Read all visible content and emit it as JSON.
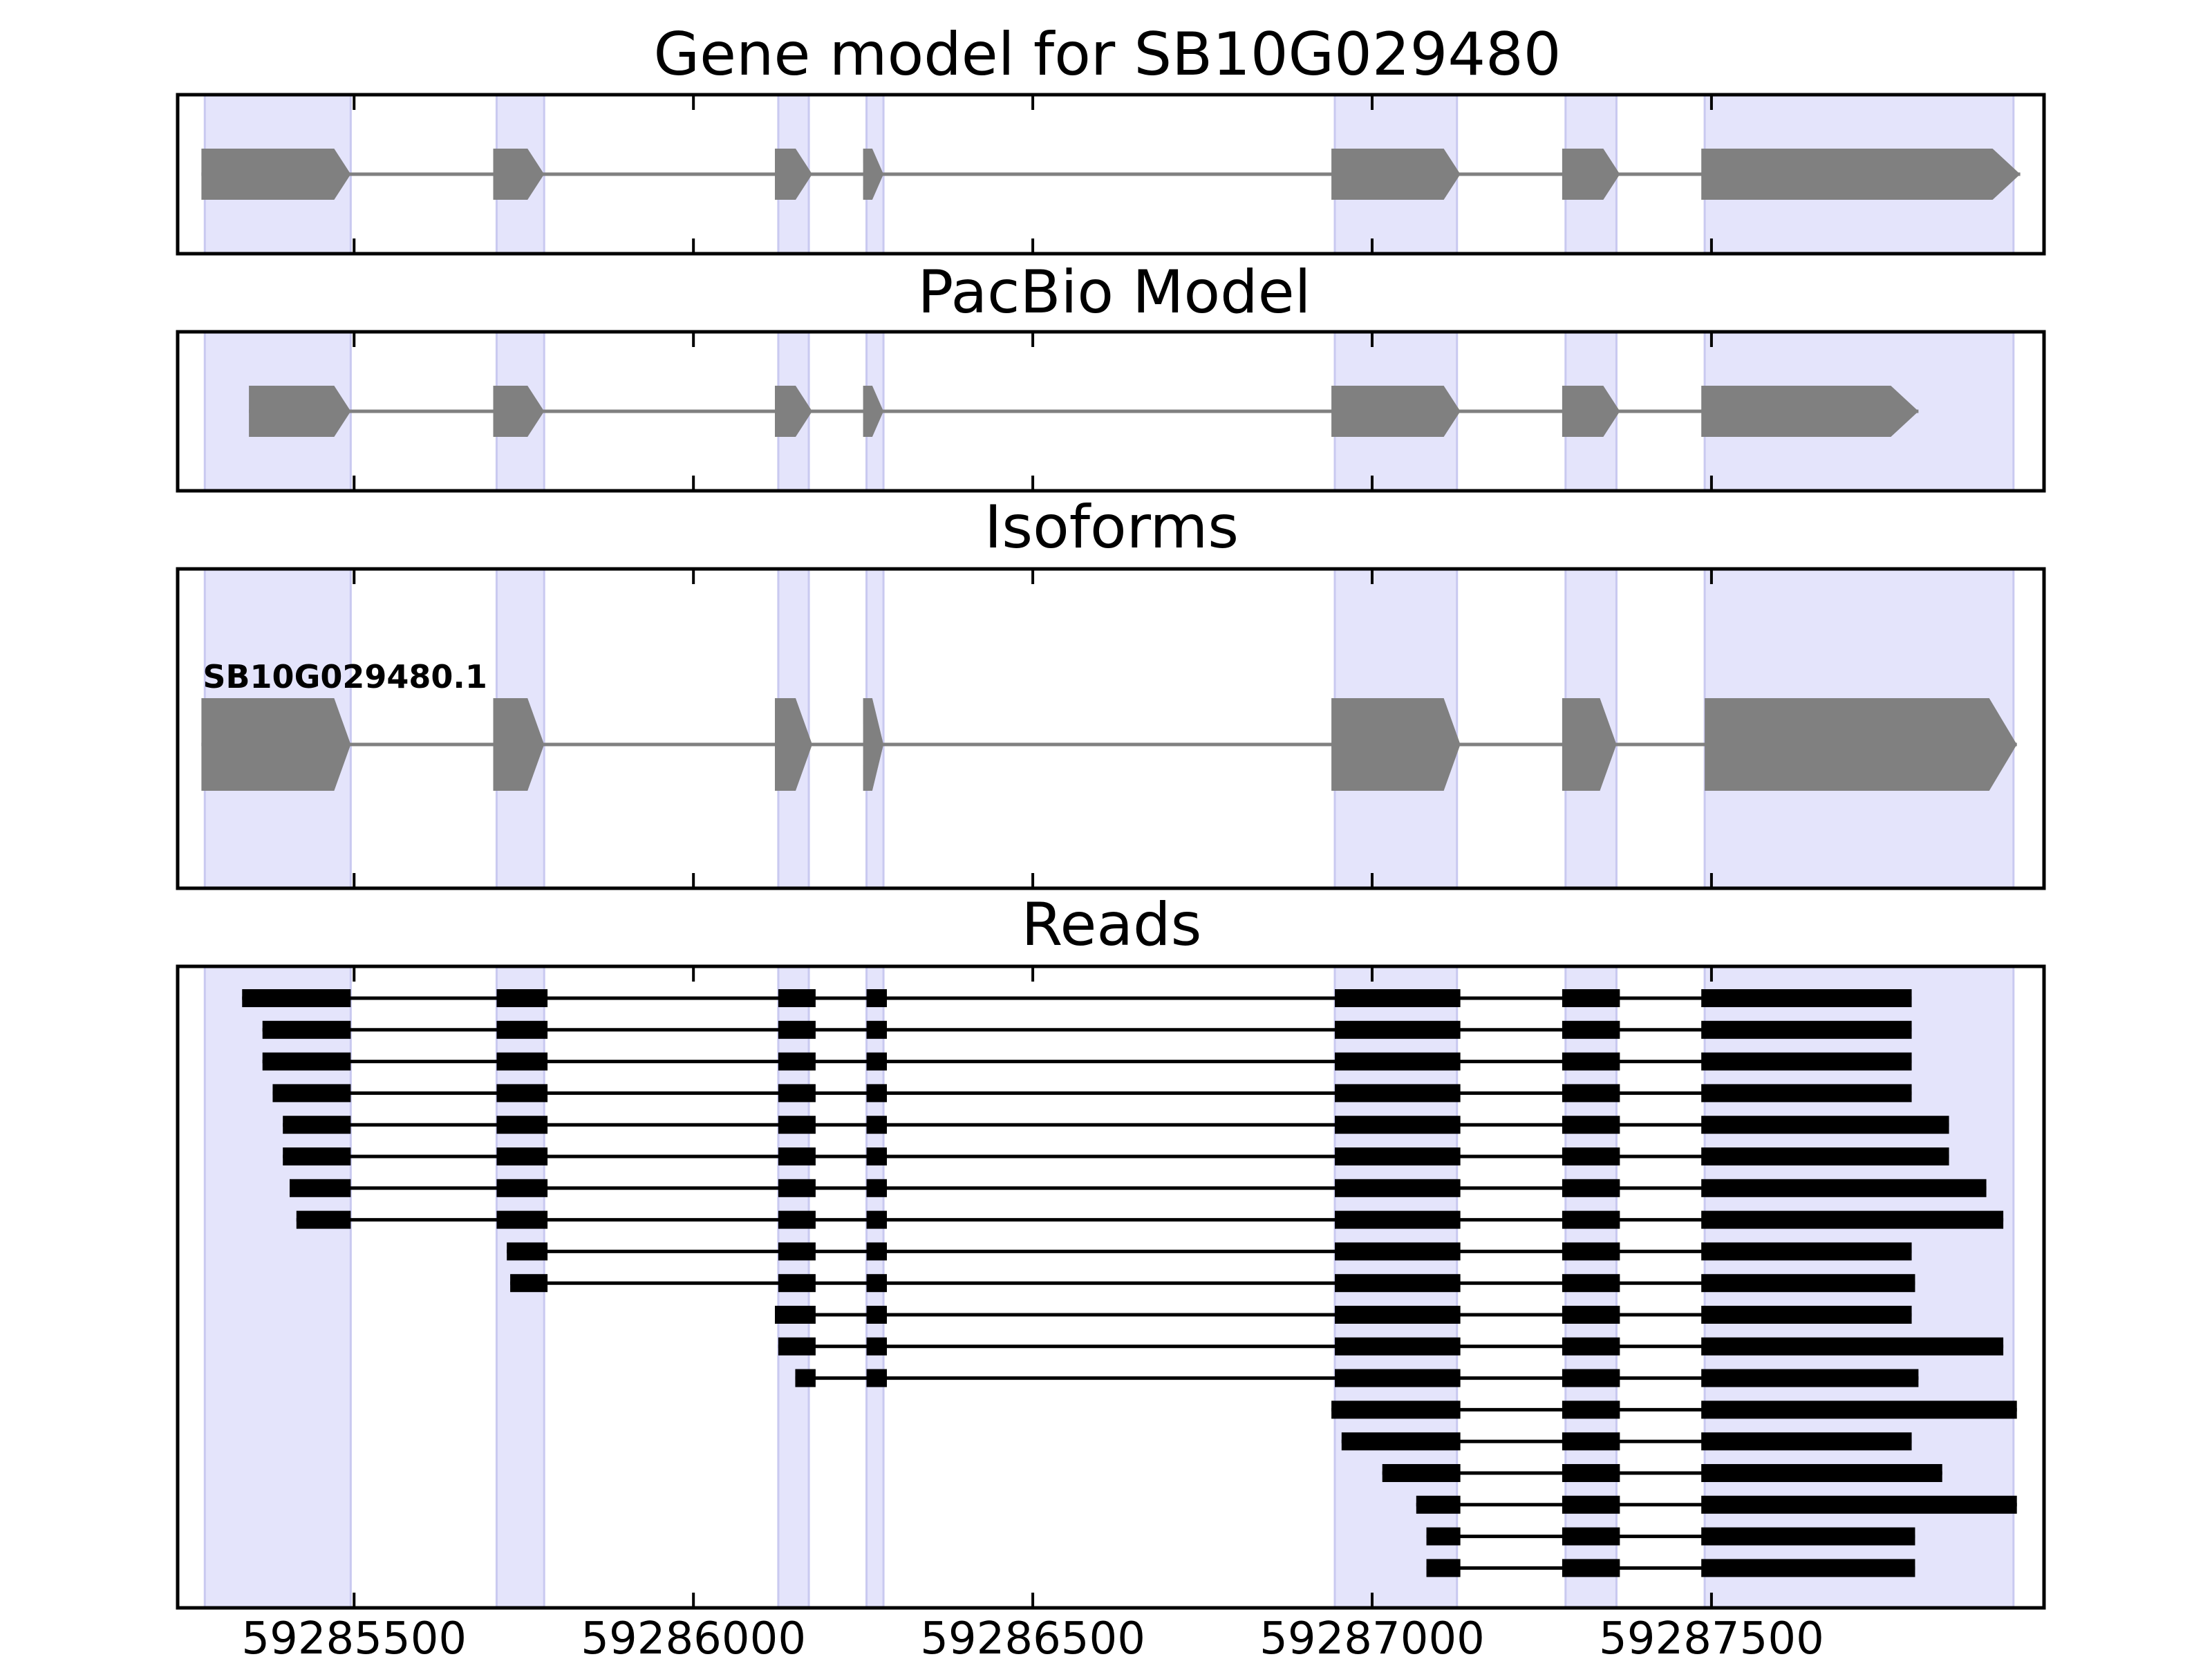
{
  "chart_data": {
    "type": "gene-model",
    "x_ticks": [
      59285500,
      59286000,
      59286500,
      59287000,
      59287500
    ],
    "x_tick_labels": [
      "59285500",
      "59286000",
      "59286500",
      "59287000",
      "59287500"
    ],
    "xlim": [
      59285240,
      59287990
    ],
    "exon_highlight_regions": [
      [
        59285280,
        59285495
      ],
      [
        59285710,
        59285780
      ],
      [
        59286125,
        59286170
      ],
      [
        59286255,
        59286280
      ],
      [
        59286945,
        59287125
      ],
      [
        59287285,
        59287360
      ],
      [
        59287490,
        59287945
      ]
    ],
    "panels": [
      {
        "title": "Gene model for SB10G029480",
        "exons": [
          [
            59285275,
            59285495
          ],
          [
            59285705,
            59285780
          ],
          [
            59286120,
            59286175
          ],
          [
            59286250,
            59286280
          ],
          [
            59286940,
            59287130
          ],
          [
            59287280,
            59287365
          ],
          [
            59287485,
            59287955
          ]
        ]
      },
      {
        "title": "PacBio Model",
        "exons": [
          [
            59285345,
            59285495
          ],
          [
            59285705,
            59285780
          ],
          [
            59286120,
            59286175
          ],
          [
            59286250,
            59286280
          ],
          [
            59286940,
            59287130
          ],
          [
            59287280,
            59287365
          ],
          [
            59287485,
            59287805
          ]
        ]
      },
      {
        "title": "Isoforms",
        "isoforms": [
          {
            "label": "SB10G029480.1",
            "exons": [
              [
                59285275,
                59285495
              ],
              [
                59285705,
                59285780
              ],
              [
                59286120,
                59286175
              ],
              [
                59286250,
                59286280
              ],
              [
                59286940,
                59287130
              ],
              [
                59287280,
                59287360
              ],
              [
                59287490,
                59287950
              ]
            ]
          }
        ]
      },
      {
        "title": "Reads",
        "reads": [
          [
            [
              59285335,
              59285495
            ],
            [
              59285710,
              59285785
            ],
            [
              59286125,
              59286180
            ],
            [
              59286255,
              59286285
            ],
            [
              59286945,
              59287130
            ],
            [
              59287280,
              59287365
            ],
            [
              59287485,
              59287795
            ]
          ],
          [
            [
              59285365,
              59285495
            ],
            [
              59285710,
              59285785
            ],
            [
              59286125,
              59286180
            ],
            [
              59286255,
              59286285
            ],
            [
              59286945,
              59287130
            ],
            [
              59287280,
              59287365
            ],
            [
              59287485,
              59287795
            ]
          ],
          [
            [
              59285365,
              59285495
            ],
            [
              59285710,
              59285785
            ],
            [
              59286125,
              59286180
            ],
            [
              59286255,
              59286285
            ],
            [
              59286945,
              59287130
            ],
            [
              59287280,
              59287365
            ],
            [
              59287485,
              59287795
            ]
          ],
          [
            [
              59285380,
              59285495
            ],
            [
              59285710,
              59285785
            ],
            [
              59286125,
              59286180
            ],
            [
              59286255,
              59286285
            ],
            [
              59286945,
              59287130
            ],
            [
              59287280,
              59287365
            ],
            [
              59287485,
              59287795
            ]
          ],
          [
            [
              59285395,
              59285495
            ],
            [
              59285710,
              59285785
            ],
            [
              59286125,
              59286180
            ],
            [
              59286255,
              59286285
            ],
            [
              59286945,
              59287130
            ],
            [
              59287280,
              59287365
            ],
            [
              59287485,
              59287850
            ]
          ],
          [
            [
              59285395,
              59285495
            ],
            [
              59285710,
              59285785
            ],
            [
              59286125,
              59286180
            ],
            [
              59286255,
              59286285
            ],
            [
              59286945,
              59287130
            ],
            [
              59287280,
              59287365
            ],
            [
              59287485,
              59287850
            ]
          ],
          [
            [
              59285405,
              59285495
            ],
            [
              59285710,
              59285785
            ],
            [
              59286125,
              59286180
            ],
            [
              59286255,
              59286285
            ],
            [
              59286945,
              59287130
            ],
            [
              59287280,
              59287365
            ],
            [
              59287485,
              59287905
            ]
          ],
          [
            [
              59285415,
              59285495
            ],
            [
              59285710,
              59285785
            ],
            [
              59286125,
              59286180
            ],
            [
              59286255,
              59286285
            ],
            [
              59286945,
              59287130
            ],
            [
              59287280,
              59287365
            ],
            [
              59287485,
              59287930
            ]
          ],
          [
            [
              59285725,
              59285785
            ],
            [
              59286125,
              59286180
            ],
            [
              59286255,
              59286285
            ],
            [
              59286945,
              59287130
            ],
            [
              59287280,
              59287365
            ],
            [
              59287485,
              59287795
            ]
          ],
          [
            [
              59285730,
              59285785
            ],
            [
              59286125,
              59286180
            ],
            [
              59286255,
              59286285
            ],
            [
              59286945,
              59287130
            ],
            [
              59287280,
              59287365
            ],
            [
              59287485,
              59287800
            ]
          ],
          [
            [
              59286120,
              59286180
            ],
            [
              59286255,
              59286285
            ],
            [
              59286945,
              59287130
            ],
            [
              59287280,
              59287365
            ],
            [
              59287485,
              59287795
            ]
          ],
          [
            [
              59286125,
              59286180
            ],
            [
              59286255,
              59286285
            ],
            [
              59286945,
              59287130
            ],
            [
              59287280,
              59287365
            ],
            [
              59287485,
              59287930
            ]
          ],
          [
            [
              59286150,
              59286180
            ],
            [
              59286255,
              59286285
            ],
            [
              59286945,
              59287130
            ],
            [
              59287280,
              59287365
            ],
            [
              59287485,
              59287805
            ]
          ],
          [
            [
              59286940,
              59287130
            ],
            [
              59287280,
              59287365
            ],
            [
              59287485,
              59287950
            ]
          ],
          [
            [
              59286955,
              59287130
            ],
            [
              59287280,
              59287365
            ],
            [
              59287485,
              59287795
            ]
          ],
          [
            [
              59287015,
              59287130
            ],
            [
              59287280,
              59287365
            ],
            [
              59287485,
              59287840
            ]
          ],
          [
            [
              59287065,
              59287130
            ],
            [
              59287280,
              59287365
            ],
            [
              59287485,
              59287950
            ]
          ],
          [
            [
              59287080,
              59287130
            ],
            [
              59287280,
              59287365
            ],
            [
              59287485,
              59287800
            ]
          ],
          [
            [
              59287080,
              59287130
            ],
            [
              59287280,
              59287365
            ],
            [
              59287485,
              59287800
            ]
          ]
        ]
      }
    ]
  }
}
